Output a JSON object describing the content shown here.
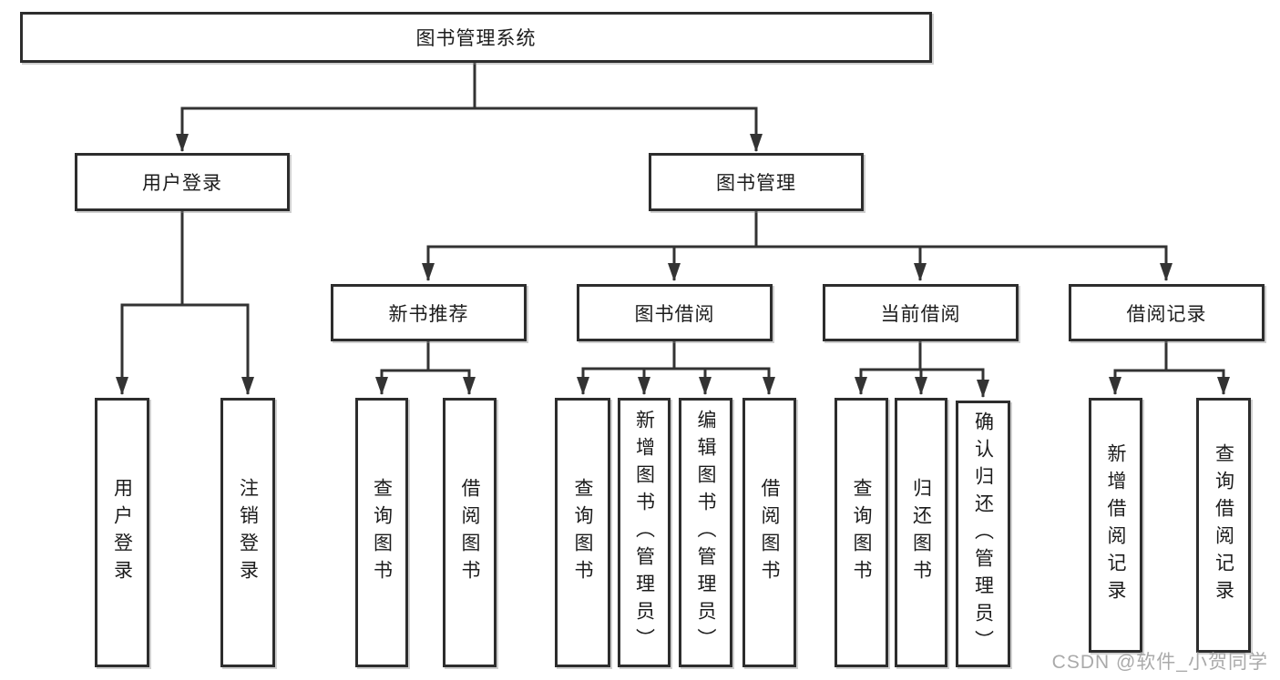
{
  "diagram_type": "hierarchy-tree",
  "nodes": {
    "root": "图书管理系统",
    "user_login": "用户登录",
    "book_management": "图书管理",
    "new_book_recommend": "新书推荐",
    "book_borrowing": "图书借阅",
    "current_borrowing": "当前借阅",
    "borrowing_records": "借阅记录",
    "ul_user_login": "用户登录",
    "ul_logout": "注销登录",
    "nbr_query_books": "查询图书",
    "nbr_borrow_books": "借阅图书",
    "bb_query_books": "查询图书",
    "bb_add_books": "新增图书（管理员）",
    "bb_edit_books": "编辑图书（管理员）",
    "bb_borrow_books": "借阅图书",
    "cb_query_books": "查询图书",
    "cb_return_books": "归还图书",
    "cb_confirm_return": "确认归还（管理员）",
    "br_add_record": "新增借阅记录",
    "br_query_record": "查询借阅记录"
  },
  "hierarchy": {
    "图书管理系统": {
      "用户登录": [
        "用户登录",
        "注销登录"
      ],
      "图书管理": {
        "新书推荐": [
          "查询图书",
          "借阅图书"
        ],
        "图书借阅": [
          "查询图书",
          "新增图书（管理员）",
          "编辑图书（管理员）",
          "借阅图书"
        ],
        "当前借阅": [
          "查询图书",
          "归还图书",
          "确认归还（管理员）"
        ],
        "借阅记录": [
          "新增借阅记录",
          "查询借阅记录"
        ]
      }
    }
  },
  "watermark": "CSDN @软件_小贺同学",
  "colors": {
    "line": "#333333",
    "box_border": "#2d2d2d",
    "box_fill": "#ffffff",
    "text": "#1c1c1c",
    "watermark": "#a5a5a5",
    "background": "#ffffff"
  }
}
